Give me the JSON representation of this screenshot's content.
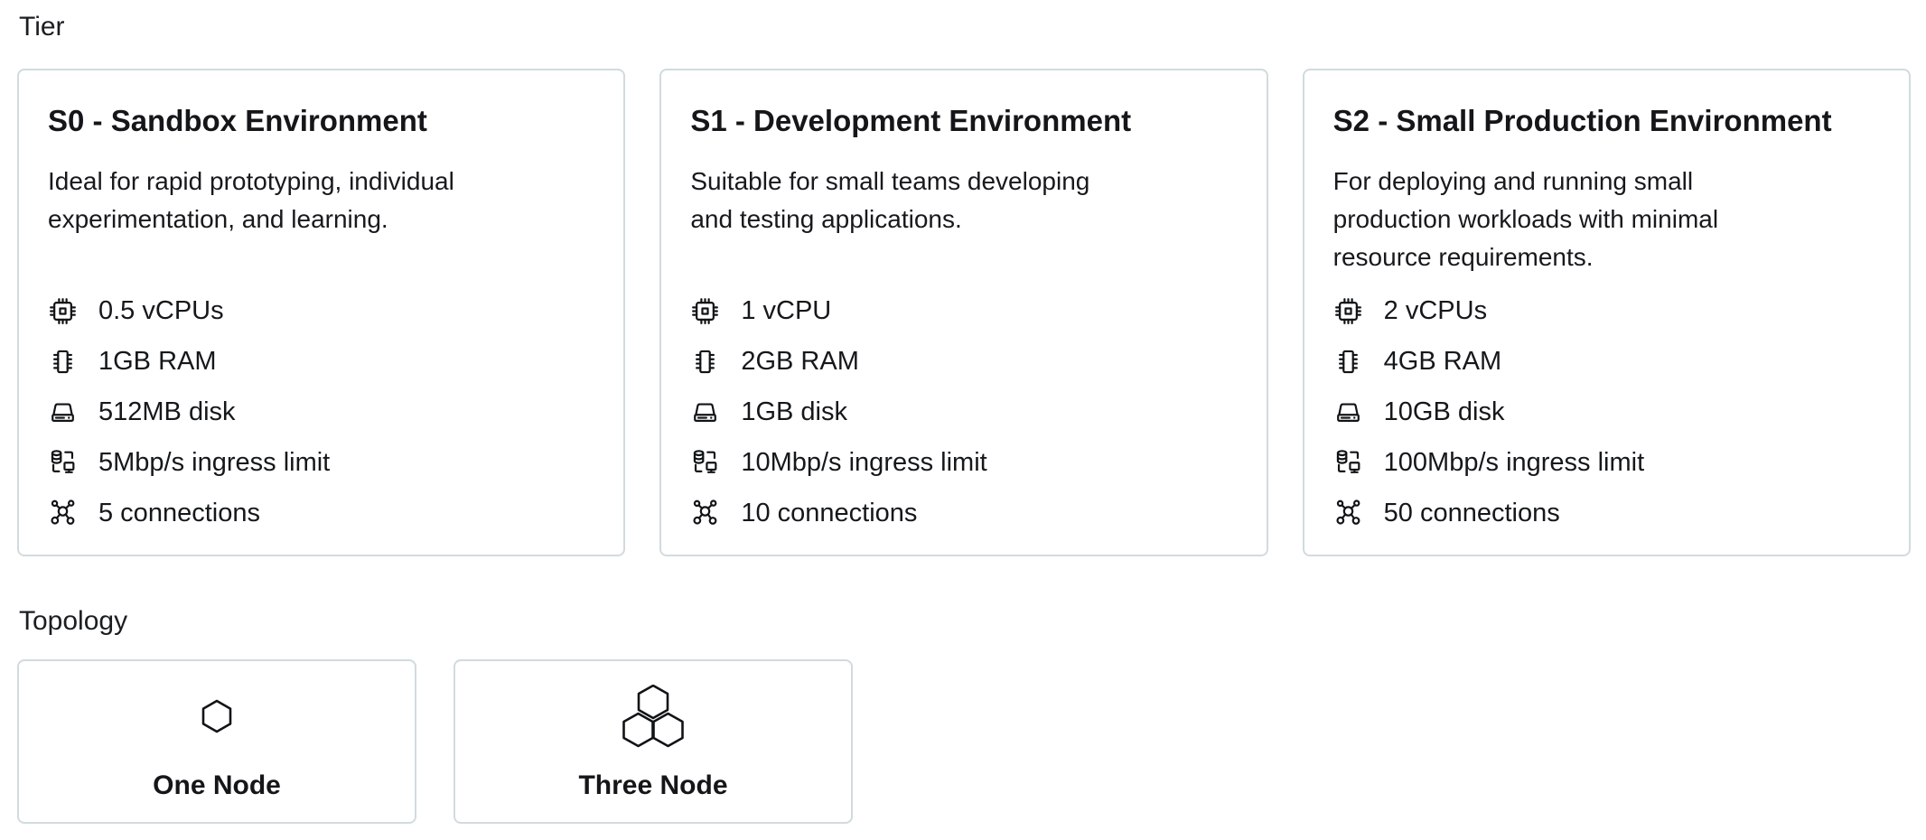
{
  "theme": {
    "background": "#ffffff",
    "text_color": "#15181b",
    "card_border_color": "#d1dbde",
    "icon_color": "#111417"
  },
  "tier_section": {
    "label": "Tier",
    "cards": [
      {
        "id": "S0",
        "title": "S0 - Sandbox Environment",
        "description": "Ideal for rapid prototyping, individual\nexperimentation, and learning.",
        "specs": [
          {
            "icon": "cpu-icon",
            "label": "0.5 vCPUs"
          },
          {
            "icon": "ram-chip-icon",
            "label": "1GB RAM"
          },
          {
            "icon": "disk-icon",
            "label": "512MB disk"
          },
          {
            "icon": "ingress-icon",
            "label": "5Mbp/s ingress limit"
          },
          {
            "icon": "connections-icon",
            "label": "5 connections"
          }
        ]
      },
      {
        "id": "S1",
        "title": "S1 - Development Environment",
        "description": "Suitable for small teams developing\nand testing applications.",
        "specs": [
          {
            "icon": "cpu-icon",
            "label": "1 vCPU"
          },
          {
            "icon": "ram-chip-icon",
            "label": "2GB RAM"
          },
          {
            "icon": "disk-icon",
            "label": "1GB disk"
          },
          {
            "icon": "ingress-icon",
            "label": "10Mbp/s ingress limit"
          },
          {
            "icon": "connections-icon",
            "label": "10 connections"
          }
        ]
      },
      {
        "id": "S2",
        "title": "S2 - Small Production Environment",
        "description": "For deploying and running small\nproduction workloads with minimal\nresource requirements.",
        "specs": [
          {
            "icon": "cpu-icon",
            "label": "2 vCPUs"
          },
          {
            "icon": "ram-chip-icon",
            "label": "4GB RAM"
          },
          {
            "icon": "disk-icon",
            "label": "10GB disk"
          },
          {
            "icon": "ingress-icon",
            "label": "100Mbp/s ingress limit"
          },
          {
            "icon": "connections-icon",
            "label": "50 connections"
          }
        ]
      }
    ]
  },
  "topology_section": {
    "label": "Topology",
    "options": [
      {
        "id": "one-node",
        "label": "One Node",
        "icon": "one-node-hexagon-icon"
      },
      {
        "id": "three-node",
        "label": "Three Node",
        "icon": "three-node-hexagons-icon"
      }
    ]
  }
}
